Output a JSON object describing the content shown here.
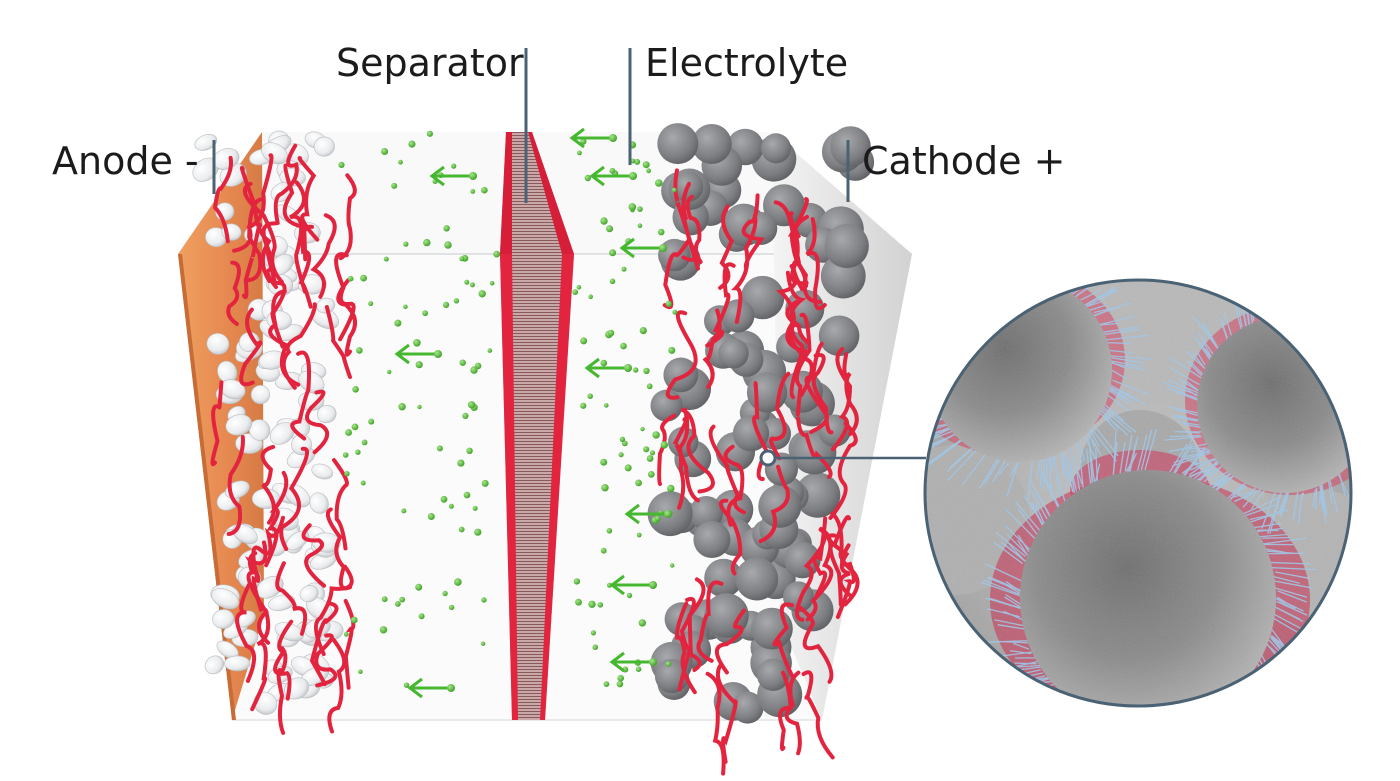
{
  "labels": {
    "separator": "Separator",
    "electrolyte": "Electrolyte",
    "anode": "Anode -",
    "cathode": "Cathode +"
  },
  "colors": {
    "anode_plate": "#e8935a",
    "binder": "#e3243f",
    "separator": "#e3243f",
    "ion": "#5cc23c",
    "arrow": "#46b830",
    "cathode_particle": "#7d7f82",
    "anode_particle": "#eef0f2",
    "leader_line": "#4a6274",
    "zoom_border": "#4a6274",
    "fibers": "#9fc8ea"
  },
  "icons": [
    "lithium-ion-dot",
    "ion-flow-arrow-left"
  ]
}
